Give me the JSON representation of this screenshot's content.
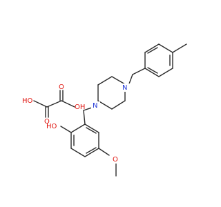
{
  "colors": {
    "bond": "#2b2b2b",
    "oxygen": "#e0120c",
    "nitrogen": "#1f35d6",
    "background": "#ffffff"
  },
  "labels": {
    "oxalic": {
      "ho": "HO",
      "oh": "OH",
      "o_top": "O",
      "o_bottom": "O"
    },
    "main": {
      "phenol_oh": "HO",
      "ether_o": "O",
      "n_top": "N",
      "n_bottom": "N"
    }
  }
}
